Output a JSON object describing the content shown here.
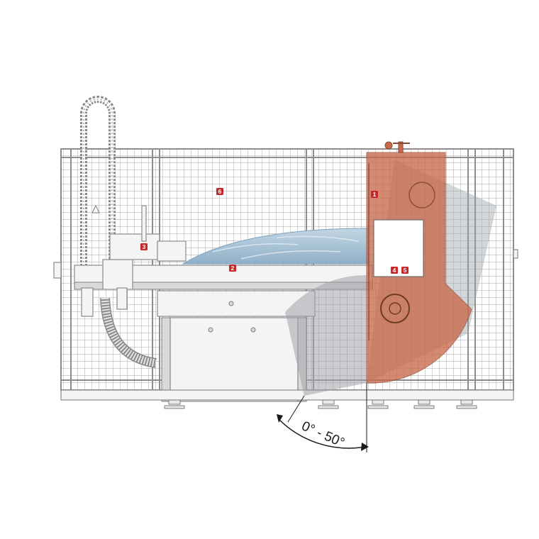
{
  "colors": {
    "background": "#ffffff",
    "frame_line": "#8d8d8d",
    "mesh_line": "#a6a6a6",
    "saw_head_fill": "#c9694b",
    "tilt_sector_fill": "#9ea3a8",
    "marker_fill": "#c62828",
    "marker_text": "#ffffff",
    "workpiece_fill": "#a9c3d6"
  },
  "markers": [
    {
      "id": "1",
      "label": "1"
    },
    {
      "id": "2",
      "label": "2"
    },
    {
      "id": "3",
      "label": "3"
    },
    {
      "id": "4",
      "label": "4"
    },
    {
      "id": "5",
      "label": "5"
    },
    {
      "id": "6",
      "label": "6"
    }
  ],
  "tilt": {
    "label": "0° - 50°",
    "min_deg": 0,
    "max_deg": 50
  },
  "icons": {
    "chain": "cable-chain-icon",
    "hose": "dust-hose-icon",
    "warning": "warning-triangle-icon",
    "handwheel": "handwheel-icon"
  }
}
